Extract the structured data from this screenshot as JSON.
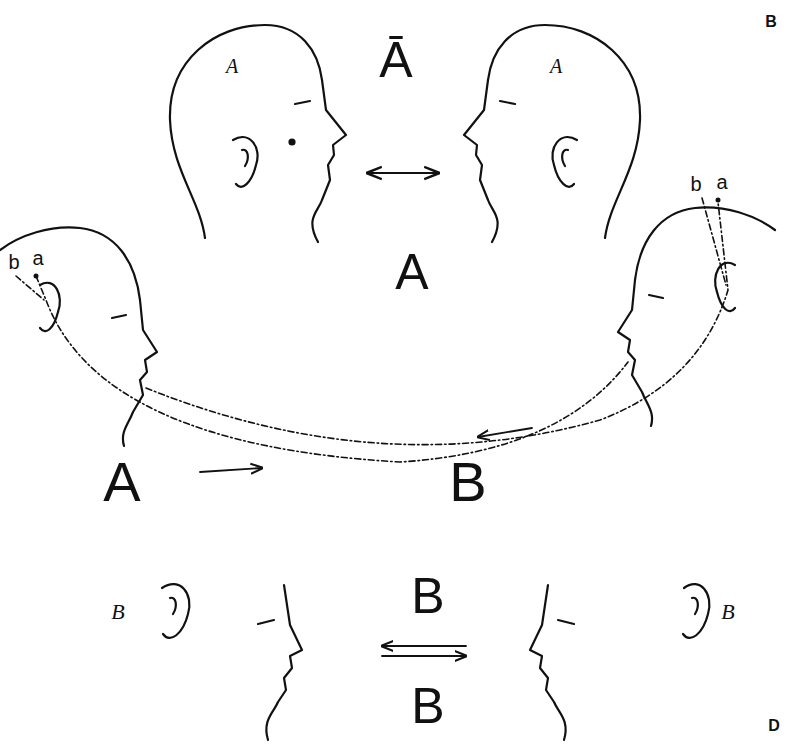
{
  "diagram": {
    "labels": [
      "B",
      "Ā",
      "A",
      "A",
      "A",
      "b",
      "a",
      "b",
      "a",
      "A",
      "B",
      "B",
      "B",
      "B",
      "B",
      "D"
    ]
  }
}
